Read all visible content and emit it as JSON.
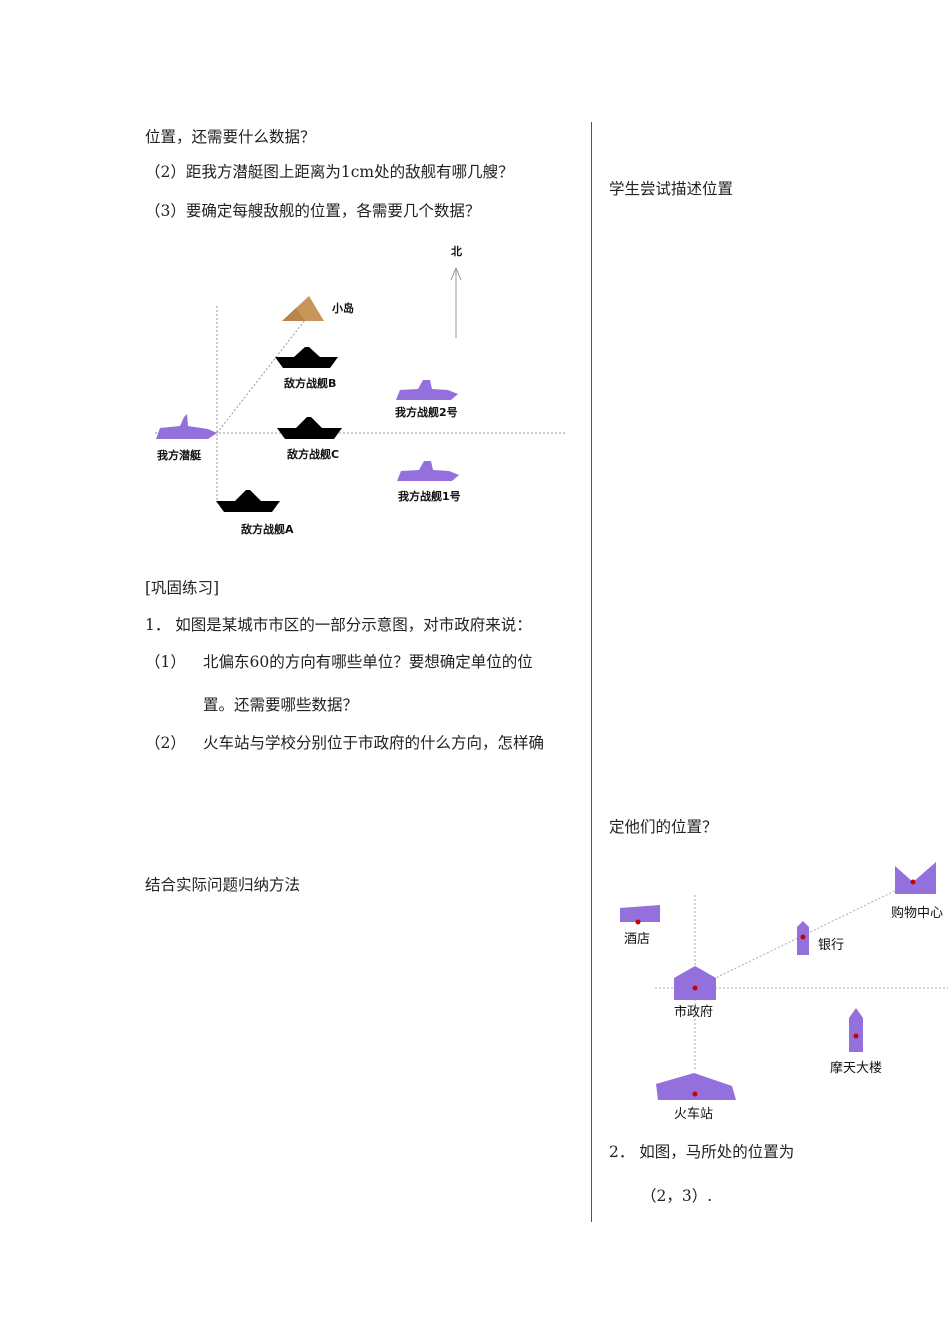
{
  "left": {
    "line1": "位置，还需要什么数据？",
    "q2": "（2）距我方潜艇图上距离为1cm处的敌舰有哪几艘？",
    "q3": "（3）要确定每艘敌舰的位置，各需要几个数据？",
    "practice_title": "[巩固练习]",
    "ex1": "1．  如图是某城市市区的一部分示意图，对市政府来说：",
    "ex1_1_num": "（1）",
    "ex1_1_a": "北偏东60的方向有哪些单位？要想确定单位的位",
    "ex1_1_b": "置。还需要哪些数据？",
    "ex1_2_num": "（2）",
    "ex1_2": "火车站与学校分别位于市政府的什么方向，怎样确",
    "summary": "结合实际问题归纳方法"
  },
  "right": {
    "student": "学生尝试描述位置",
    "cont": "定他们的位置？",
    "ex2": "2．  如图，马所处的位置为",
    "ex2_coord": "（2，3）."
  },
  "diagram1": {
    "north": "北",
    "island": "小岛",
    "enemy_b": "敌方战舰B",
    "enemy_c": "敌方战舰C",
    "enemy_a": "敌方战舰A",
    "our_sub": "我方潜艇",
    "our_ship2": "我方战舰2号",
    "our_ship1": "我方战舰1号",
    "colors": {
      "our": "#9370db",
      "enemy": "#000000",
      "island": "#c8955a"
    }
  },
  "diagram2": {
    "hotel": "酒店",
    "mall": "购物中心",
    "bank": "银行",
    "city_hall": "市政府",
    "skyscraper": "摩天大楼",
    "station": "火车站",
    "colors": {
      "building": "#9370db",
      "dot": "#cc0000"
    }
  }
}
